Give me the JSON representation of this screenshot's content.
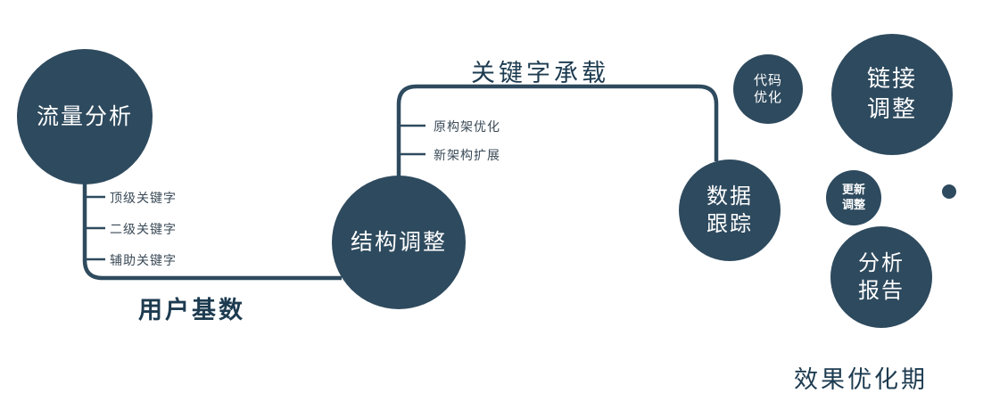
{
  "diagram": {
    "nodes": {
      "traffic": {
        "label": "流量分析"
      },
      "structure": {
        "label": "结构调整"
      },
      "tracking": {
        "line1": "数据",
        "line2": "跟踪"
      },
      "code": {
        "line1": "代码",
        "line2": "优化"
      },
      "link": {
        "line1": "链接",
        "line2": "调整"
      },
      "update": {
        "line1": "更新",
        "line2": "调整"
      },
      "report": {
        "line1": "分析",
        "line2": "报告"
      }
    },
    "edge_labels": {
      "keyword_carry": "关键字承载",
      "user_base": "用户基数"
    },
    "branches_left": [
      "顶级关键字",
      "二级关键字",
      "辅助关键字"
    ],
    "branches_mid": [
      "原构架优化",
      "新架构扩展"
    ],
    "caption": "效果优化期",
    "colors": {
      "node_fill": "#2e4a5e",
      "line": "#2e4a5e",
      "label_text": "#1d3b50",
      "node_text": "#ffffff"
    }
  }
}
